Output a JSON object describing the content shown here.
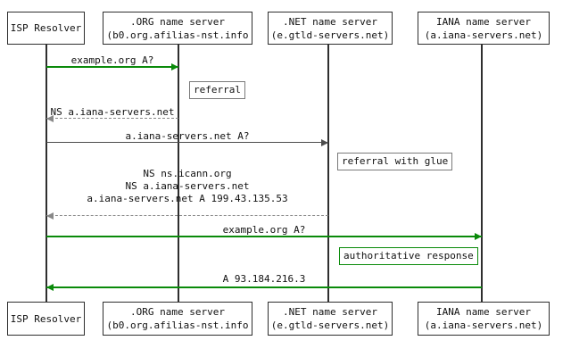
{
  "actors": [
    {
      "name": "ISP Resolver",
      "detail": ""
    },
    {
      "name": ".ORG name server",
      "detail": "(b0.org.afilias-nst.info"
    },
    {
      "name": ".NET name server",
      "detail": "(e.gtld-servers.net)"
    },
    {
      "name": "IANA name server",
      "detail": "(a.iana-servers.net)"
    }
  ],
  "messages": {
    "query_org": "example.org A?",
    "ns_referral": "NS a.iana-servers.net",
    "query_net": "a.iana-servers.net A?",
    "glue_lines": [
      "NS ns.icann.org",
      "NS a.iana-servers.net",
      "a.iana-servers.net A 199.43.135.53"
    ],
    "query_iana": "example.org A?",
    "answer": "A 93.184.216.3"
  },
  "notes": {
    "referral": "referral",
    "referral_with_glue": "referral with glue",
    "authoritative": "authoritative response"
  },
  "colors": {
    "green": "#0a8a0a",
    "gray": "#888888",
    "dark": "#4d4d4d"
  }
}
